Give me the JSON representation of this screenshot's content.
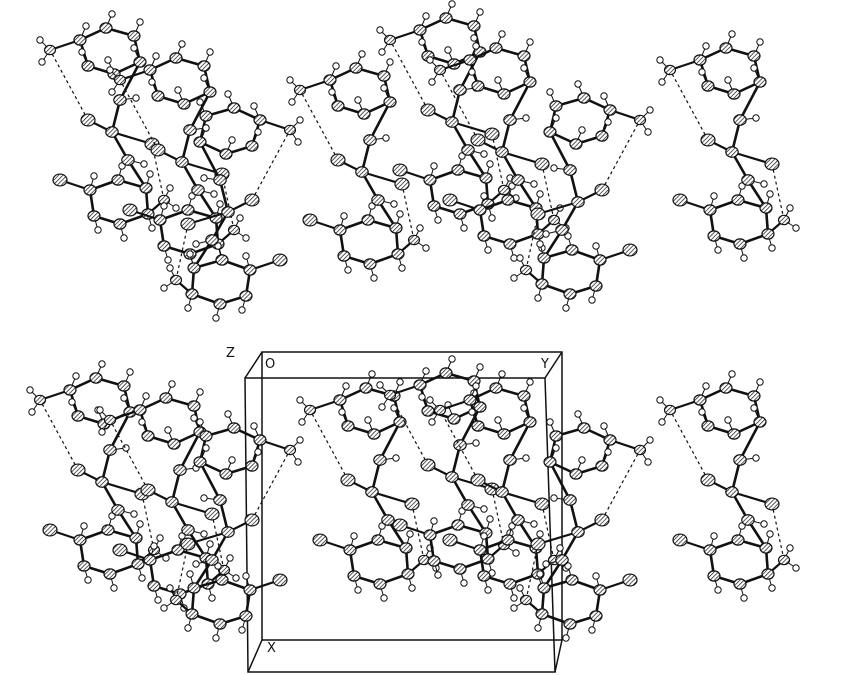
{
  "figure": {
    "unit_cell_labels": {
      "z": "Z",
      "origin": "O",
      "y": "Y",
      "x": "X"
    },
    "colors": {
      "ink": "#111111",
      "background": "#ffffff",
      "atom_fill": "#ffffff"
    },
    "atom_types": [
      "carbon-hatched",
      "oxygen-hatched",
      "hydrogen-small"
    ],
    "bond_types": [
      "covalent-bond",
      "hydrogen-bond-dashed"
    ]
  }
}
